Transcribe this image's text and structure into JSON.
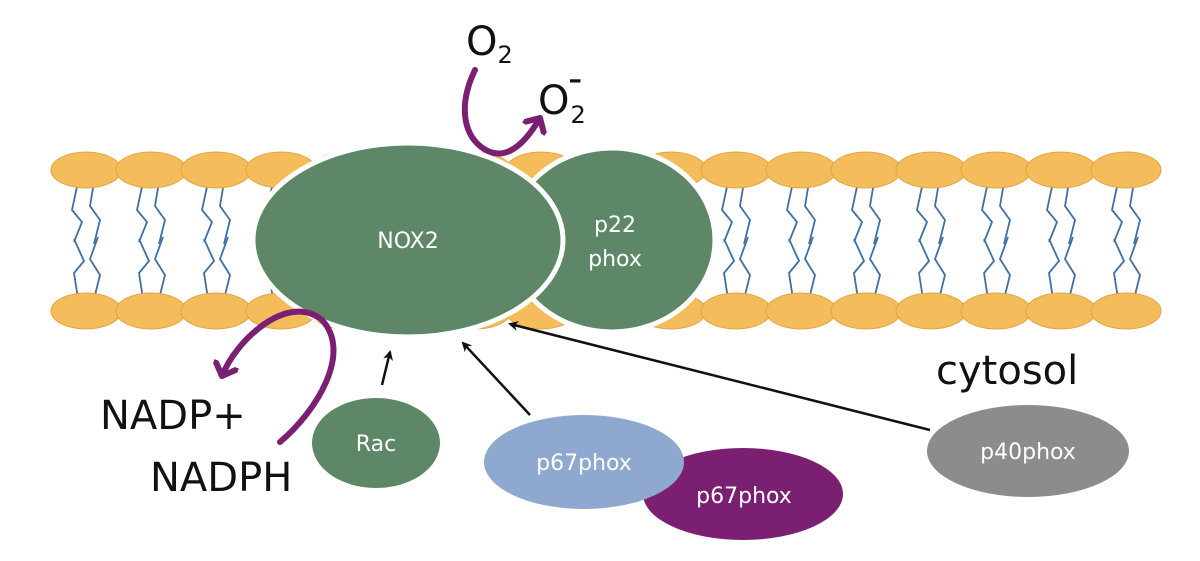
{
  "colors": {
    "lipid_head": "#f5bc5c",
    "lipid_head_stroke": "#e0a640",
    "lipid_tail": "#3f6fa3",
    "protein_green": "#5d8766",
    "p67_light": "#8fa8cf",
    "p67_dark": "#7b1f73",
    "p40": "#8c8c8c",
    "purple_arrow": "#7b1f73",
    "text_dark": "#111111",
    "text_light": "#ffffff"
  },
  "labels": {
    "o2": "O",
    "o2_sub": "2",
    "superoxide": "O",
    "superoxide_sub": "2",
    "superoxide_sup": "-",
    "nox2": "NOX2",
    "p22_line1": "p22",
    "p22_line2": "phox",
    "rac": "Rac",
    "p67_light": "p67phox",
    "p67_dark": "p67phox",
    "p40": "p40phox",
    "nadp": "NADP+",
    "nadph": "NADPH",
    "cytosol": "cytosol"
  }
}
